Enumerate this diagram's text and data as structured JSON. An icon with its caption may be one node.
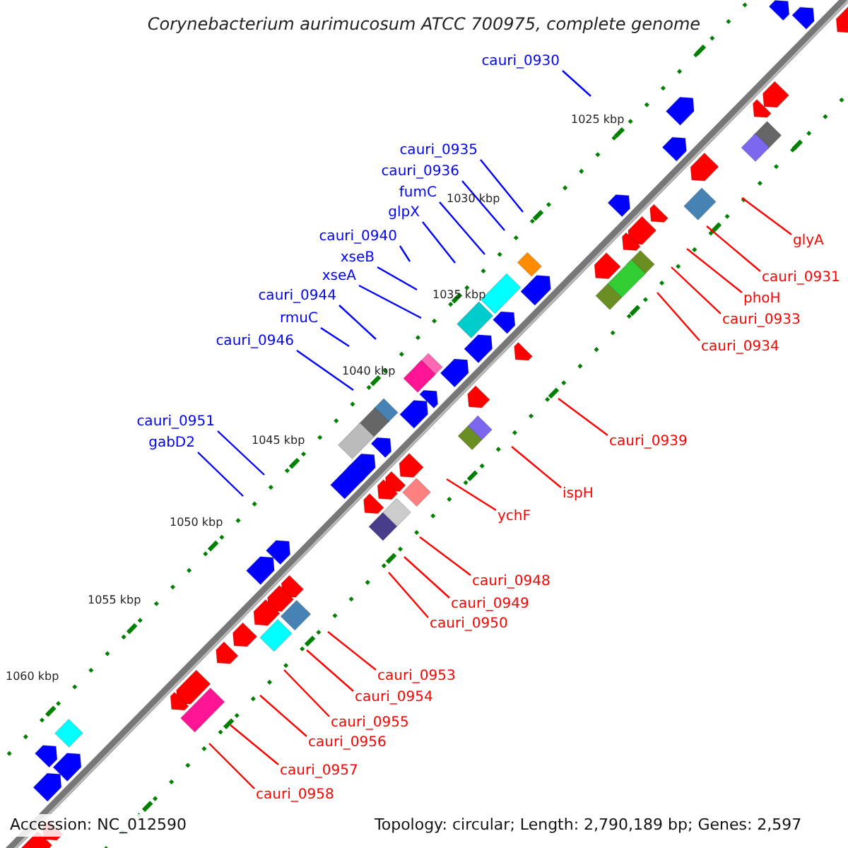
{
  "diagram": {
    "title": "Corynebacterium aurimucosum ATCC 700975, complete genome",
    "nodes": [
      {
        "text": [
          "cauri_0930"
        ]
      },
      {
        "text": [
          "cauri_0935"
        ]
      },
      {
        "text": [
          "cauri_0936"
        ]
      },
      {
        "text": [
          "fumC"
        ]
      },
      {
        "text": [
          "glpX"
        ]
      },
      {
        "text": [
          "cauri_0940"
        ]
      },
      {
        "text": [
          "glyA"
        ]
      },
      {
        "text": [
          "xseB"
        ]
      },
      {
        "text": [
          "cauri_0931"
        ]
      },
      {
        "text": [
          "xseA"
        ]
      },
      {
        "text": [
          "phoH"
        ]
      },
      {
        "text": [
          "cauri_0944"
        ]
      },
      {
        "text": [
          "rmuC"
        ]
      },
      {
        "text": [
          "cauri_0933"
        ]
      },
      {
        "text": [
          "cauri_0946"
        ]
      },
      {
        "text": [
          "cauri_0934"
        ]
      },
      {
        "text": [
          "cauri_0951"
        ]
      },
      {
        "text": [
          "cauri_0939"
        ]
      },
      {
        "text": [
          "gabD2"
        ]
      },
      {
        "text": [
          "ispH"
        ]
      },
      {
        "text": [
          "ychF"
        ]
      },
      {
        "text": [
          "cauri_0948"
        ]
      },
      {
        "text": [
          "cauri_0949"
        ]
      },
      {
        "text": [
          "cauri_0950"
        ]
      },
      {
        "text": [
          "cauri_0953"
        ]
      },
      {
        "text": [
          "cauri_0954"
        ]
      },
      {
        "text": [
          "cauri_0955"
        ]
      },
      {
        "text": [
          "cauri_0956"
        ]
      },
      {
        "text": [
          "cauri_0957"
        ]
      },
      {
        "text": [
          "cauri_0958"
        ]
      }
    ],
    "edges": [
      {
        "from": 0,
        "to": null,
        "arrow": "none",
        "color": "#0000ff"
      },
      {
        "from": 1,
        "to": null,
        "arrow": "none",
        "color": "#0000ff"
      },
      {
        "from": 2,
        "to": null,
        "arrow": "none",
        "color": "#0000ff"
      },
      {
        "from": 3,
        "to": null,
        "arrow": "none",
        "color": "#0000ff"
      },
      {
        "from": 4,
        "to": null,
        "arrow": "none",
        "color": "#0000ff"
      },
      {
        "from": 5,
        "to": null,
        "arrow": "none",
        "color": "#0000ff"
      },
      {
        "from": 6,
        "to": null,
        "arrow": "none"
      },
      {
        "from": 7,
        "to": null,
        "arrow": "none",
        "color": "#0000ff"
      },
      {
        "from": 8,
        "to": null,
        "arrow": "none"
      },
      {
        "from": 9,
        "to": null,
        "arrow": "none",
        "color": "#0000ff"
      },
      {
        "from": 10,
        "to": null,
        "arrow": "none"
      },
      {
        "from": 11,
        "to": null,
        "arrow": "none",
        "color": "#0000ff"
      },
      {
        "from": 12,
        "to": null,
        "arrow": "none",
        "color": "#0000ff"
      },
      {
        "from": 13,
        "to": null,
        "arrow": "none"
      },
      {
        "from": 14,
        "to": null,
        "arrow": "none",
        "color": "#0000ff"
      },
      {
        "from": 15,
        "to": null,
        "arrow": "none"
      },
      {
        "from": 16,
        "to": null,
        "arrow": "none",
        "color": "#0000ff"
      },
      {
        "from": 17,
        "to": null,
        "arrow": "none"
      },
      {
        "from": 18,
        "to": null,
        "arrow": "none",
        "color": "#0000ff"
      },
      {
        "from": 19,
        "to": null,
        "arrow": "none"
      },
      {
        "from": 20,
        "to": null,
        "arrow": "none"
      },
      {
        "from": 21,
        "to": null,
        "arrow": "none"
      },
      {
        "from": 22,
        "to": null,
        "arrow": "none"
      },
      {
        "from": 23,
        "to": null,
        "arrow": "none"
      },
      {
        "from": 24,
        "to": null,
        "arrow": "none"
      },
      {
        "from": 25,
        "to": null,
        "arrow": "none"
      },
      {
        "from": 26,
        "to": null,
        "arrow": "none"
      },
      {
        "from": 27,
        "to": null,
        "arrow": "none"
      },
      {
        "from": 28,
        "to": null,
        "arrow": "none"
      },
      {
        "from": 29,
        "to": null,
        "arrow": "none"
      }
    ],
    "labels": [
      "1025 kbp",
      "1030 kbp",
      "1035 kbp",
      "1040 kbp",
      "1045 kbp",
      "1050 kbp",
      "1055 kbp",
      "1060 kbp",
      "Accession: NC_012590",
      "Topology: circular; Length: 2,790,189 bp; Genes: 2,597"
    ]
  }
}
